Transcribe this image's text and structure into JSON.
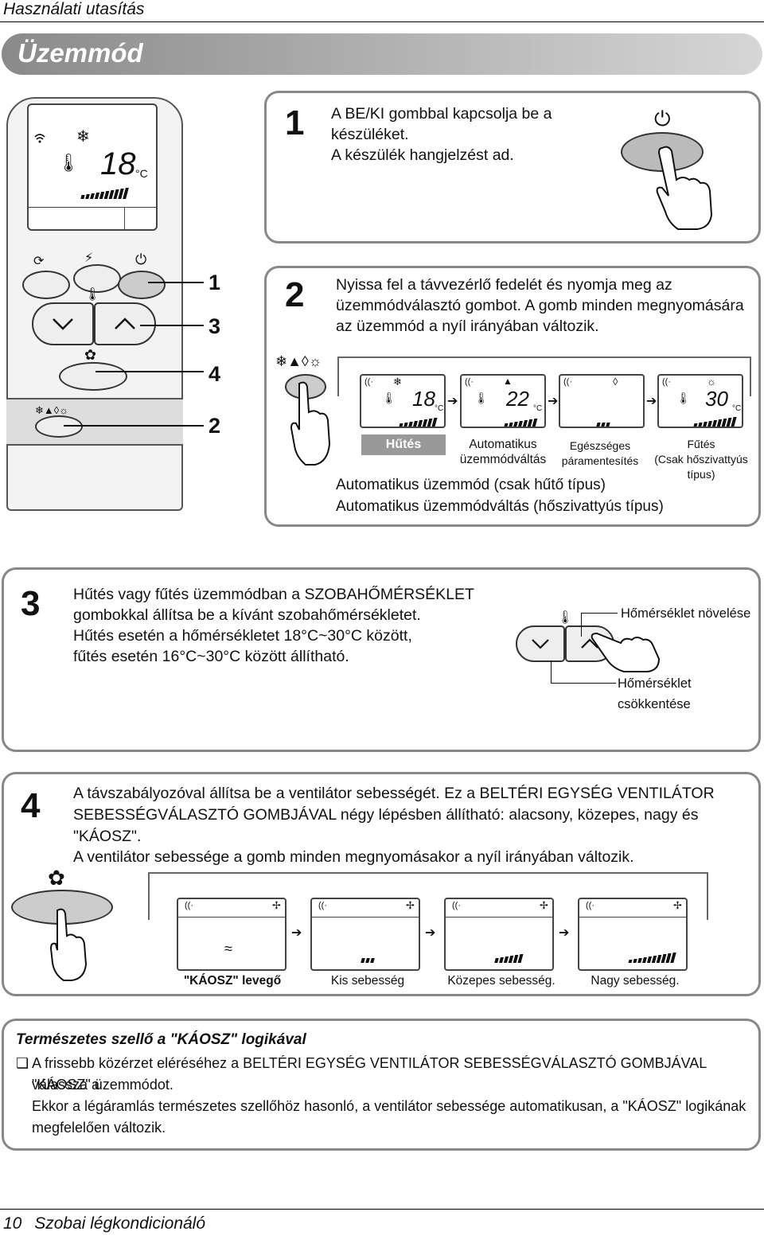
{
  "header": {
    "title": "Használati utasítás"
  },
  "section": {
    "title": "Üzemmód"
  },
  "remote": {
    "lcd_temp": "18",
    "lcd_unit": "°C",
    "callouts": [
      "1",
      "3",
      "4",
      "2"
    ]
  },
  "step1": {
    "number": "1",
    "lines": [
      "A BE/KI gombbal kapcsolja be a",
      "készüléket.",
      "A készülék hangjelzést ad."
    ]
  },
  "step2": {
    "number": "2",
    "lines": [
      "Nyissa fel a távvezérlő fedelét és nyomja meg az",
      "üzemmódválasztó gombot. A gomb minden megnyomására",
      "az üzemmód a nyíl irányában változik."
    ],
    "modes": [
      {
        "label": "Hűtés",
        "sub": "",
        "temp": "18",
        "unit": "°C"
      },
      {
        "label": "Automatikus",
        "sub": "üzemmódváltás",
        "temp": "22",
        "unit": "°C"
      },
      {
        "label": "Egészséges",
        "sub": "páramentesítés",
        "temp": "",
        "unit": ""
      },
      {
        "label": "Fűtés",
        "sub": "(Csak hőszivattyús típus)",
        "temp": "30",
        "unit": "°C"
      }
    ],
    "footnotes": [
      "Automatikus üzemmód (csak hűtő típus)",
      "Automatikus üzemmódváltás (hőszivattyús típus)"
    ]
  },
  "step3": {
    "number": "3",
    "lines": [
      "Hűtés vagy fűtés üzemmódban a SZOBAHŐMÉRSÉKLET",
      "gombokkal állítsa be a kívánt szobahőmérsékletet.",
      "Hűtés esetén a hőmérsékletet 18°C~30°C között,",
      "fűtés esetén 16°C~30°C között állítható."
    ],
    "label_up": "Hőmérséklet növelése",
    "label_down": "Hőmérséklet csökkentése"
  },
  "step4": {
    "number": "4",
    "lines": [
      "A távszabályozóval állítsa be a ventilátor sebességét. Ez a BELTÉRI EGYSÉG VENTILÁTOR",
      "SEBESSÉGVÁLASZTÓ GOMBJÁVAL négy lépésben állítható: alacsony, közepes, nagy és",
      "\"KÁOSZ\".",
      "A ventilátor sebessége a gomb minden megnyomásakor a nyíl irányában változik."
    ],
    "fan_modes": [
      "\"KÁOSZ\" levegő",
      "Kis sebesség",
      "Közepes sebesség.",
      "Nagy sebesség."
    ]
  },
  "note": {
    "title": "Természetes szellő a \"KÁOSZ\" logikával",
    "bullet": "❏",
    "lines": [
      "A frissebb közérzet eléréséhez a BELTÉRI EGYSÉG VENTILÁTOR SEBESSÉGVÁLASZTÓ GOMBJÁVAL válassza a",
      "\"KÁOSZ\" üzemmódot.",
      "Ekkor a légáramlás természetes szellőhöz hasonló, a ventilátor sebessége automatikusan, a \"KÁOSZ\" logikának",
      "megfelelően változik."
    ]
  },
  "footer": {
    "page": "10",
    "title": "Szobai légkondicionáló"
  }
}
